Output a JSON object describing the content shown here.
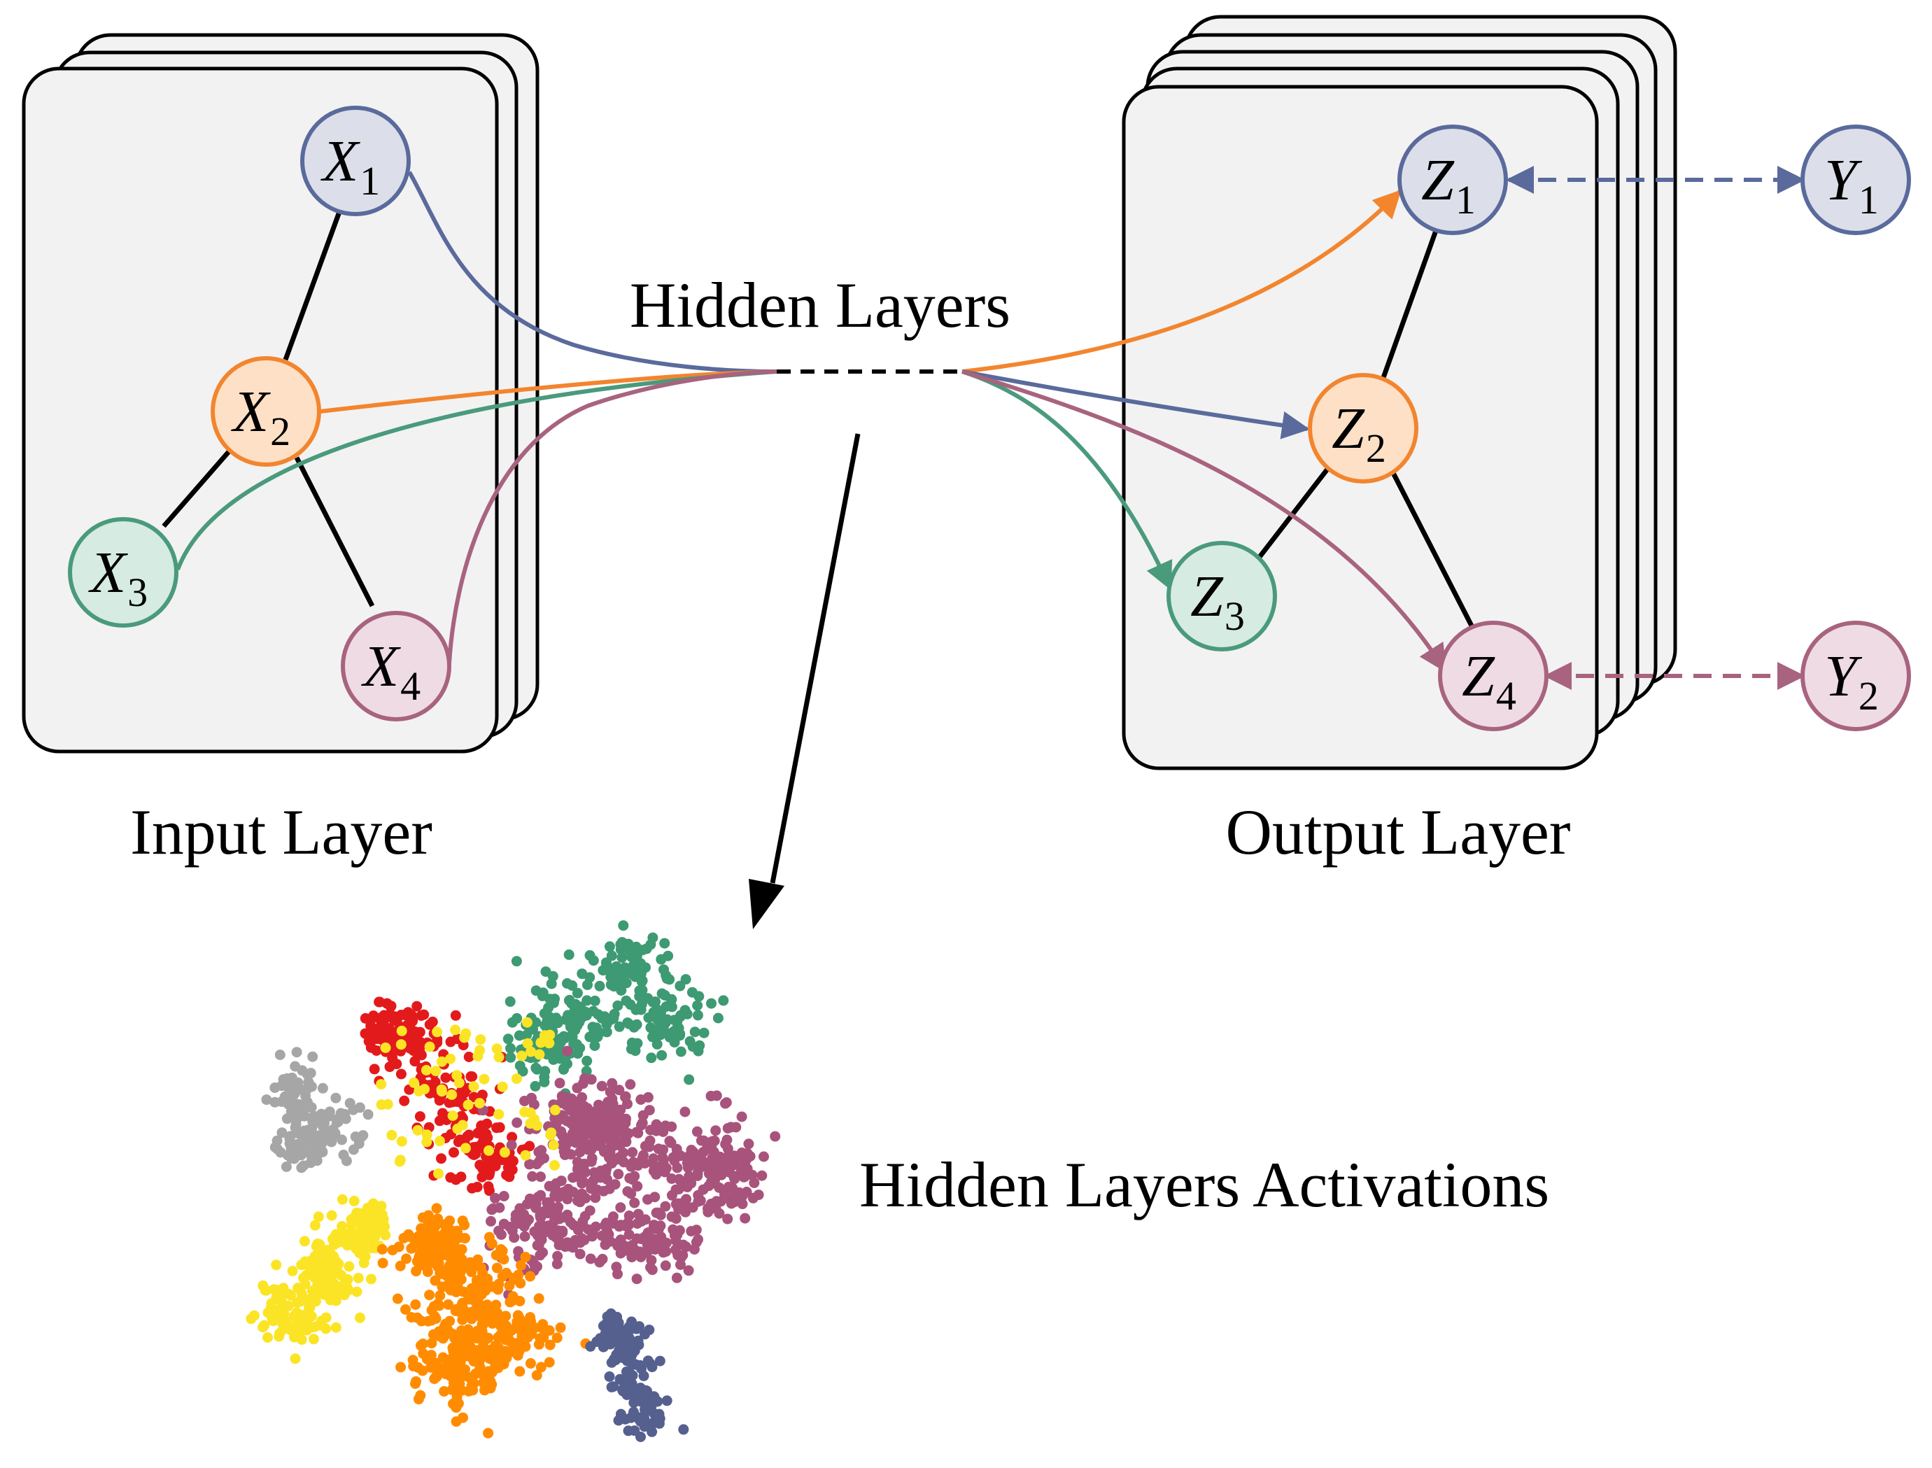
{
  "labels": {
    "input_layer": "Input Layer",
    "output_layer": "Output Layer",
    "hidden_layers": "Hidden Layers",
    "hidden_activations": "Hidden Layers Activations"
  },
  "input_nodes": [
    {
      "var": "X",
      "sub": "1",
      "color": "blue"
    },
    {
      "var": "X",
      "sub": "2",
      "color": "orange"
    },
    {
      "var": "X",
      "sub": "3",
      "color": "green"
    },
    {
      "var": "X",
      "sub": "4",
      "color": "purple"
    }
  ],
  "output_nodes": [
    {
      "var": "Z",
      "sub": "1",
      "color": "blue"
    },
    {
      "var": "Z",
      "sub": "2",
      "color": "orange"
    },
    {
      "var": "Z",
      "sub": "3",
      "color": "green"
    },
    {
      "var": "Z",
      "sub": "4",
      "color": "purple"
    }
  ],
  "target_nodes": [
    {
      "var": "Y",
      "sub": "1",
      "color": "blue"
    },
    {
      "var": "Y",
      "sub": "2",
      "color": "purple"
    }
  ],
  "colors": {
    "blue": {
      "stroke": "#5a6a9c",
      "fill": "#dcdfe9"
    },
    "orange": {
      "stroke": "#f2852e",
      "fill": "#fde0c6"
    },
    "green": {
      "stroke": "#4a9a7c",
      "fill": "#d6ebe2"
    },
    "purple": {
      "stroke": "#a8637f",
      "fill": "#efdbe4"
    },
    "frame_fill": "#f2f2f2",
    "cluster_red": "#e31a1c",
    "cluster_green": "#3d9a73",
    "cluster_gray": "#a6a6a6",
    "cluster_purple": "#a8537c",
    "cluster_yellow": "#fbe425",
    "cluster_orange": "#ff8c00",
    "cluster_navy": "#55608f"
  }
}
